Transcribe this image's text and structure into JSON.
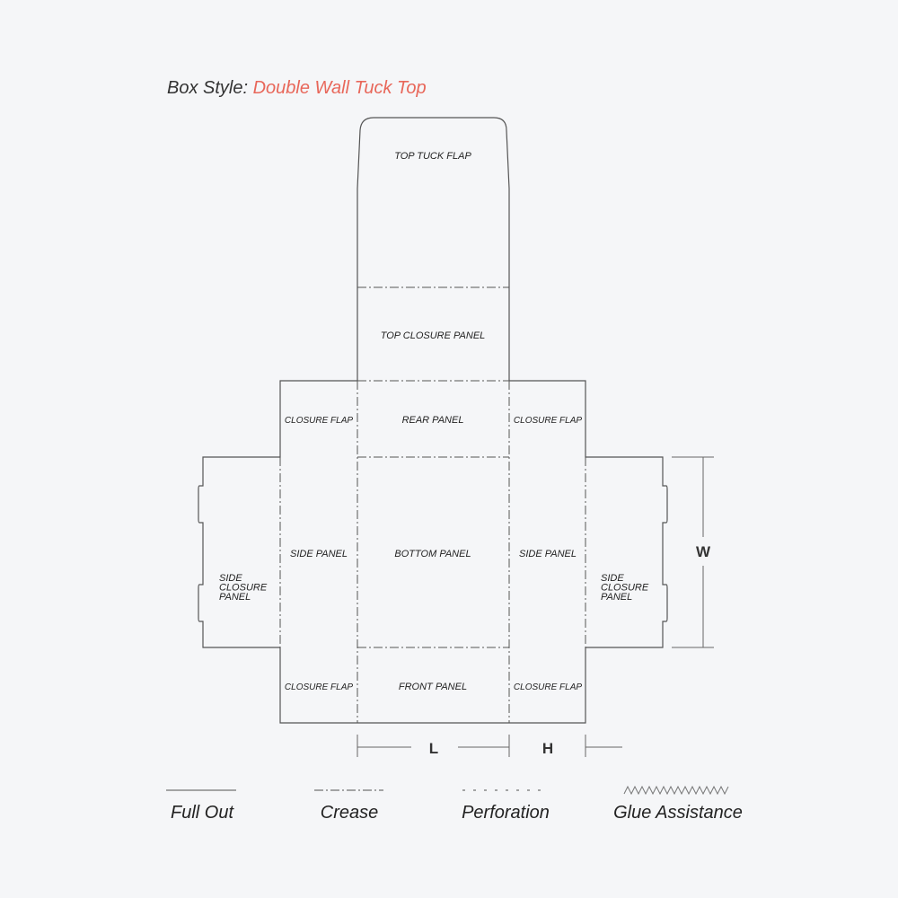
{
  "title": {
    "prefix": "Box Style:",
    "name": "Double Wall Tuck Top",
    "accent": "#e8675a"
  },
  "panels": {
    "top_tuck_flap": "TOP TUCK FLAP",
    "top_closure_panel": "TOP CLOSURE PANEL",
    "rear_panel": "REAR PANEL",
    "bottom_panel": "BOTTOM  PANEL",
    "front_panel": "FRONT PANEL",
    "closure_flap": "CLOSURE FLAP",
    "side_panel": "SIDE PANEL",
    "side_closure_panel": [
      "SIDE",
      "CLOSURE",
      "PANEL"
    ]
  },
  "dimensions": {
    "length": "L",
    "height": "H",
    "width": "W"
  },
  "legend": [
    {
      "label": "Full Out",
      "style": "solid"
    },
    {
      "label": "Crease",
      "style": "dash-dot"
    },
    {
      "label": "Perforation",
      "style": "dotted"
    },
    {
      "label": "Glue Assistance",
      "style": "zigzag"
    }
  ]
}
